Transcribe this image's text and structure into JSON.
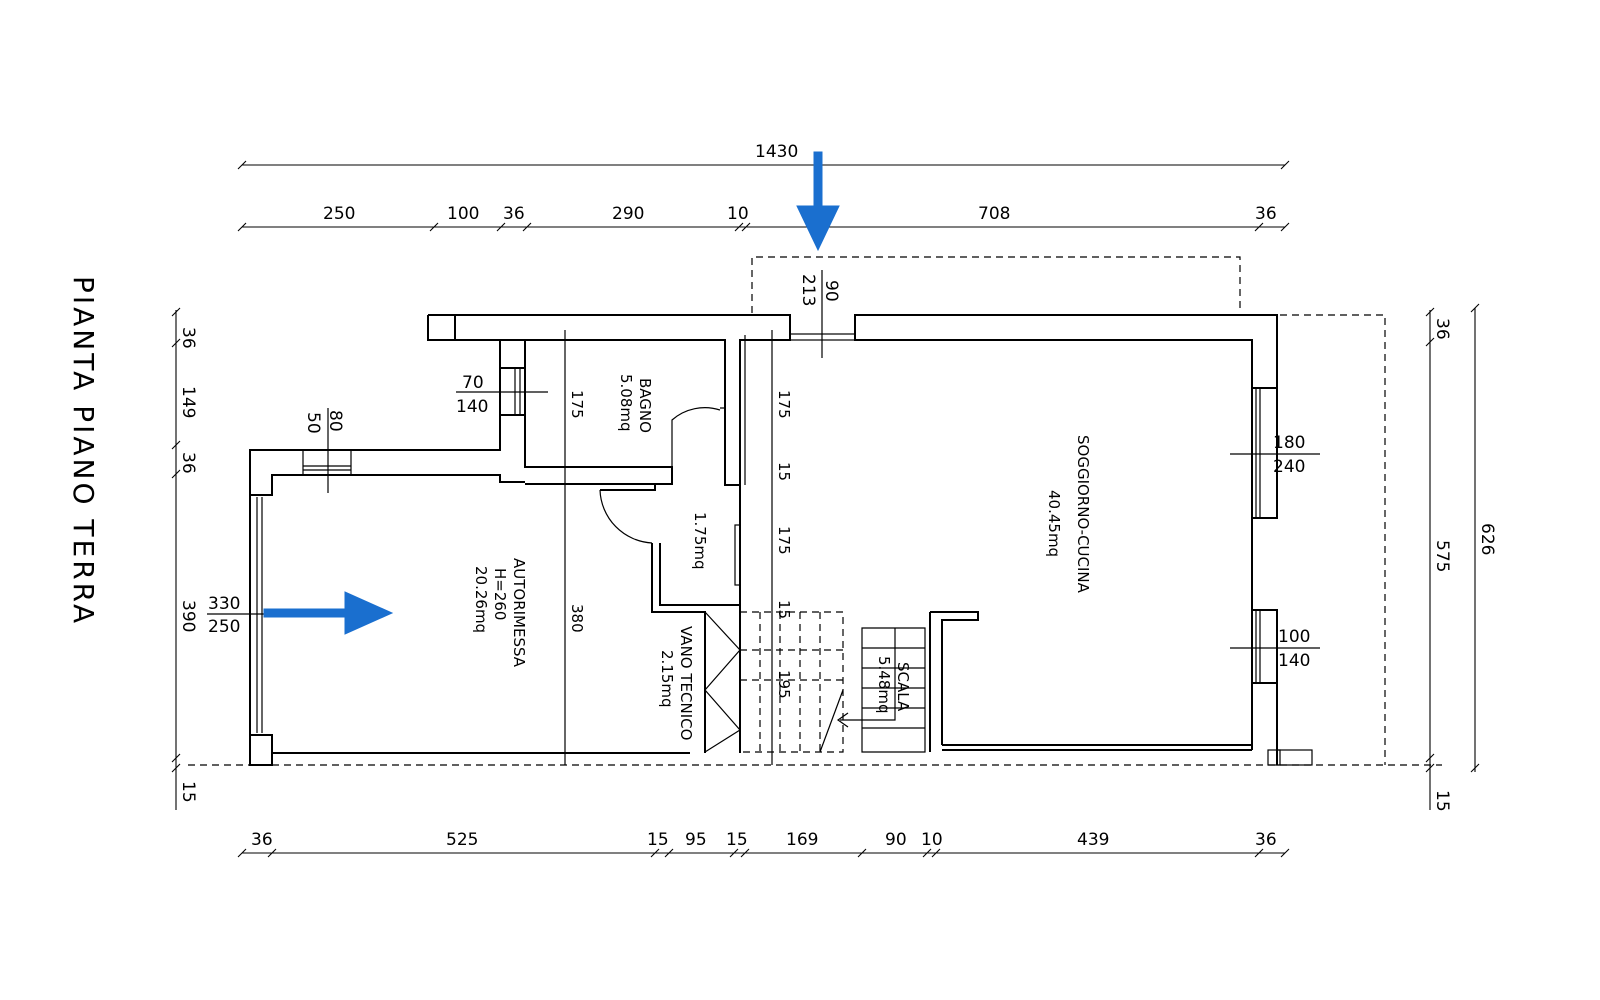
{
  "title": "PIANTA PIANO TERRA",
  "accent_color": "#1a6fcf",
  "dimensions": {
    "overall_top": "1430",
    "top_chain": [
      "250",
      "100",
      "36",
      "290",
      "10",
      "708",
      "36"
    ],
    "bottom_chain": [
      "36",
      "525",
      "15",
      "95",
      "15",
      "169",
      "90",
      "10",
      "439",
      "36"
    ],
    "left_chain": [
      "36",
      "149",
      "36",
      "390",
      "15"
    ],
    "right_chain": [
      "36",
      "575",
      "15"
    ],
    "right_overall": "626"
  },
  "openings": {
    "entrance_w": "90",
    "entrance_h": "213",
    "bath_window_w": "70",
    "bath_window_h": "140",
    "garage_window_w": "50",
    "garage_window_h": "80",
    "garage_door_w": "330",
    "garage_door_h": "250",
    "living_window1_w": "180",
    "living_window1_h": "240",
    "living_window2_w": "100",
    "living_window2_h": "140"
  },
  "rooms": {
    "bagno_name": "BAGNO",
    "bagno_area": "5.08mq",
    "hall_area": "1.75mq",
    "garage_name": "AUTORIMESSA",
    "garage_height": "H=260",
    "garage_area": "20.26mq",
    "vano_name": "VANO TECNICO",
    "vano_area": "2.15mq",
    "scala_name": "SCALA",
    "scala_area": "5.48mq",
    "living_name": "SOGGIORNO-CUCINA",
    "living_area": "40.45mq"
  },
  "internal_dims": {
    "bath_height": "175",
    "garage_depth": "380",
    "hall_a": "175",
    "hall_b": "15",
    "hall_c": "175",
    "hall_d": "15",
    "stair_run": "195"
  }
}
